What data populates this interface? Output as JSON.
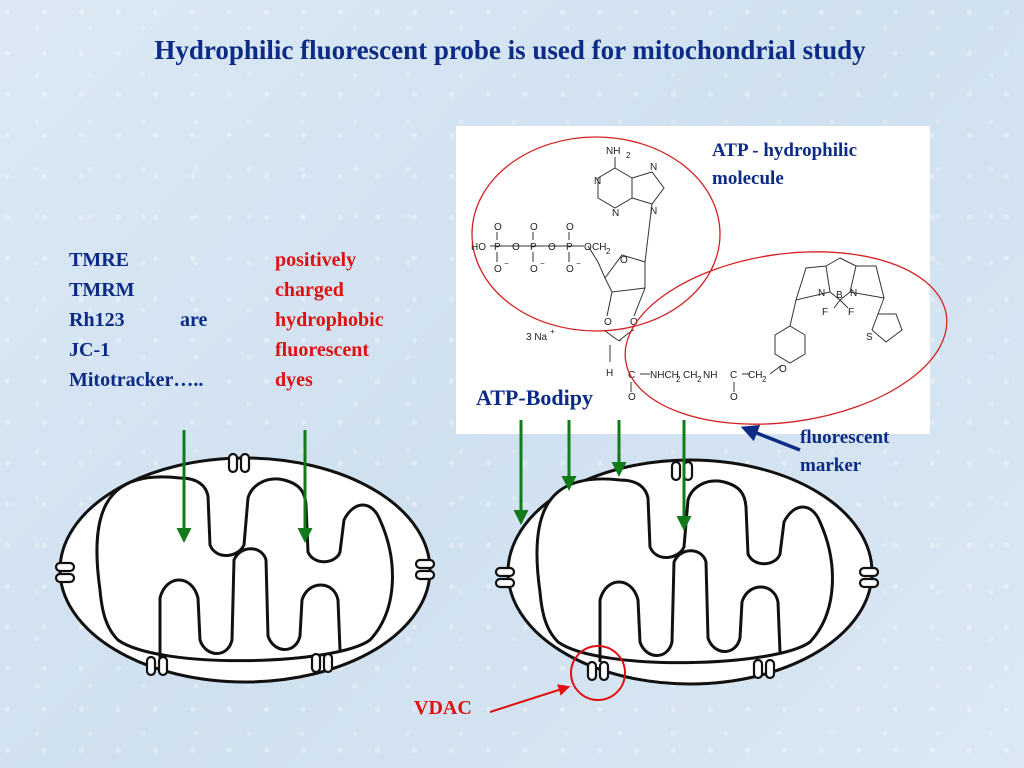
{
  "title": "Hydrophilic fluorescent probe is used for mitochondrial study",
  "left_list": {
    "names": [
      "TMRE",
      "TMRM",
      "Rh123",
      "JC-1",
      "Mitotracker….."
    ],
    "connector": "are",
    "description": [
      "positively",
      "charged",
      "hydrophobic",
      "fluorescent",
      "dyes"
    ]
  },
  "labels": {
    "atp": "ATP - hydrophilic molecule",
    "atp_bodipy": "ATP-Bodipy",
    "fluorescent_marker": "fluorescent marker",
    "vdac": "VDAC"
  },
  "chem": {
    "nh2": "NH",
    "nh2_sub": "2",
    "n": "N",
    "o": "O",
    "p": "P",
    "ho": "HO",
    "minus": "−",
    "ch2": "CH",
    "ch2_sub": "2",
    "sodium": "3 Na",
    "sodium_sup": "+",
    "h": "H",
    "c": "C",
    "b": "B",
    "f": "F",
    "s": "S",
    "linker_a": "NHCH",
    "linker_b": "CH",
    "linker_c": "NH",
    "linker_sub": "2"
  },
  "colors": {
    "title": "#0c2b86",
    "highlight": "#e01010",
    "arrow": "#137a1a",
    "ring": "#d42020"
  }
}
